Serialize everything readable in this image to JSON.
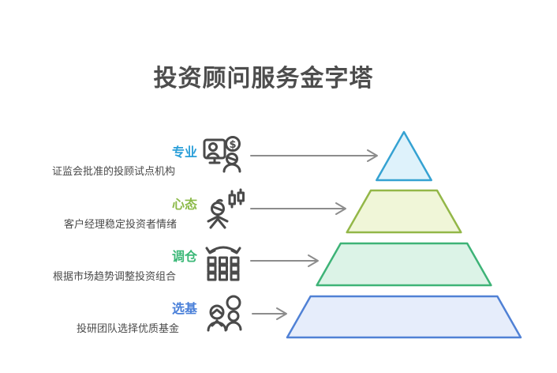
{
  "title": "投资顾问服务金字塔",
  "rows": [
    {
      "label": "专业",
      "label_color": "#2b9fd9",
      "description": "证监会批准的投顾试点机构",
      "icon": "advisor-screen-icon"
    },
    {
      "label": "心态",
      "label_color": "#8cba4a",
      "description": "客户经理稳定投资者情绪",
      "icon": "investor-emotion-icon"
    },
    {
      "label": "调仓",
      "label_color": "#3cb878",
      "description": "根据市场趋势调整投资组合",
      "icon": "rebalance-icon"
    },
    {
      "label": "选基",
      "label_color": "#4a80d9",
      "description": "投研团队选择优质基金",
      "icon": "team-icon"
    }
  ],
  "pyramid": {
    "layers": [
      {
        "name": "专业",
        "fill": "#def2fb",
        "stroke": "#35a2d2"
      },
      {
        "name": "心态",
        "fill": "#f0f6d8",
        "stroke": "#93b748"
      },
      {
        "name": "调仓",
        "fill": "#dcf3e7",
        "stroke": "#3eb377"
      },
      {
        "name": "选基",
        "fill": "#e6edfb",
        "stroke": "#5081d5"
      }
    ]
  },
  "colors": {
    "title": "#4d4d4d",
    "description": "#4a4a4a",
    "arrow": "#8c8c8c",
    "icon_stroke": "#4a4a4a"
  }
}
